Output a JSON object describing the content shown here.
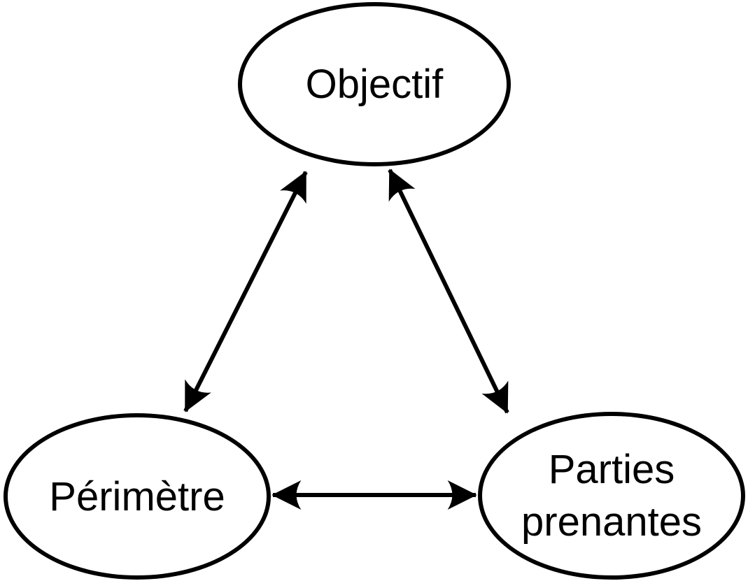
{
  "diagram": {
    "type": "concept-triangle",
    "background_color": "#ffffff",
    "stroke_color": "#000000",
    "text_color": "#000000",
    "nodes": [
      {
        "id": "objectif",
        "label": "Objectif",
        "shape": "ellipse",
        "position": "top-center"
      },
      {
        "id": "perimetre",
        "label": "Périmètre",
        "shape": "ellipse",
        "position": "bottom-left"
      },
      {
        "id": "parties-prenantes",
        "label": "Parties prenantes",
        "shape": "ellipse",
        "position": "bottom-right"
      }
    ],
    "edges": [
      {
        "from": "objectif",
        "to": "perimetre",
        "direction": "bidirectional",
        "style": "stealth-arrow"
      },
      {
        "from": "objectif",
        "to": "parties-prenantes",
        "direction": "bidirectional",
        "style": "stealth-arrow"
      },
      {
        "from": "perimetre",
        "to": "parties-prenantes",
        "direction": "bidirectional",
        "style": "stealth-arrow"
      }
    ]
  }
}
